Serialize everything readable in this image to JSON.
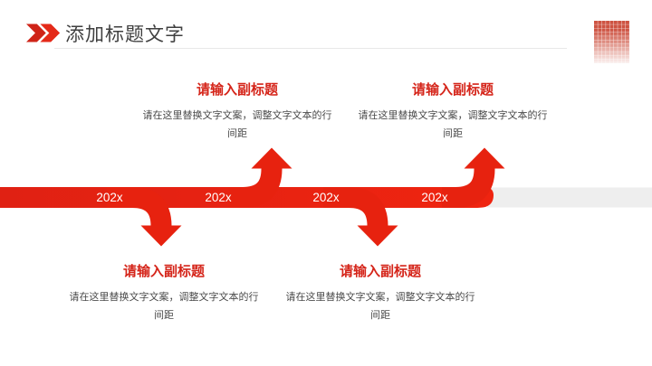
{
  "header": {
    "title": "添加标题文字",
    "chevrons_icon": "double-chevron-right",
    "accent_red": "#d9281b",
    "divider_color": "#e8e8e8"
  },
  "decor": {
    "dot_grid": {
      "rows": 6,
      "cols": 5,
      "color": "#cb4a38",
      "fade": "top-to-bottom"
    }
  },
  "timeline": {
    "band_color": "#e82415",
    "track_color": "#eeeeee",
    "arrow_color": "#e7220f",
    "label_color": "#ffffff",
    "milestones": [
      "202x",
      "202x",
      "202x",
      "202x"
    ],
    "branch_directions": [
      "down",
      "up",
      "down",
      "up"
    ]
  },
  "sections": [
    {
      "position": "top-left",
      "subtitle": "请输入副标题",
      "body": "请在这里替换文字文案，调整文字文本的行间距"
    },
    {
      "position": "top-right",
      "subtitle": "请输入副标题",
      "body": "请在这里替换文字文案，调整文字文本的行间距"
    },
    {
      "position": "bottom-left",
      "subtitle": "请输入副标题",
      "body": "请在这里替换文字文案，调整文字文本的行间距"
    },
    {
      "position": "bottom-right",
      "subtitle": "请输入副标题",
      "body": "请在这里替换文字文案，调整文字文本的行间距"
    }
  ]
}
